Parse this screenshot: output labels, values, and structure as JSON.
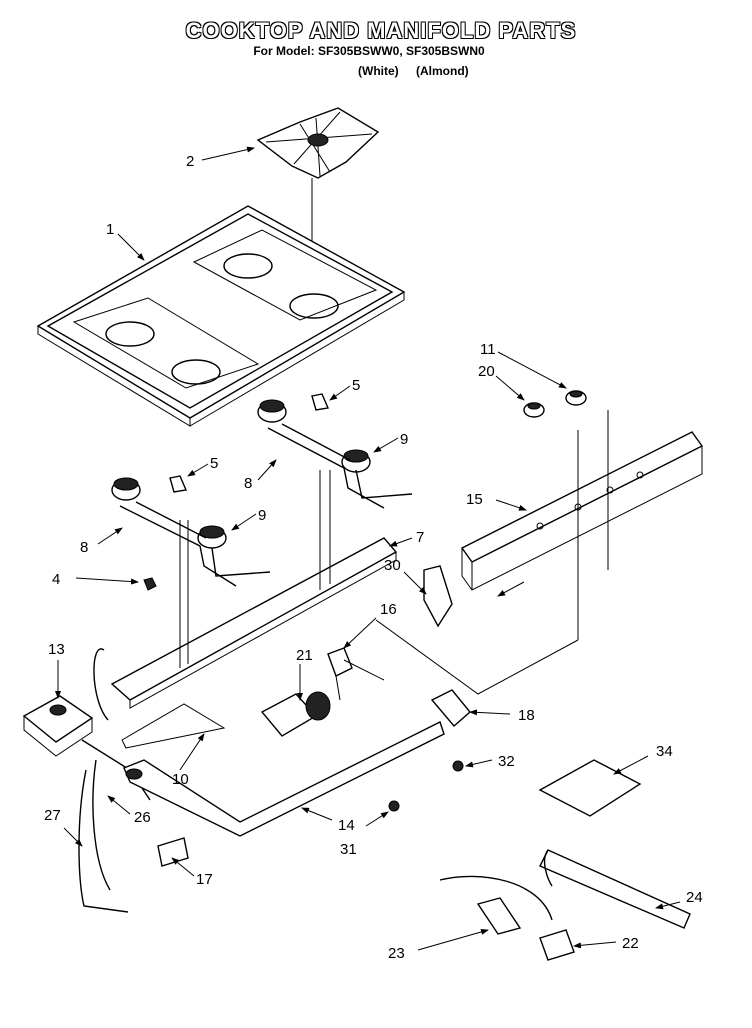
{
  "diagram": {
    "title": "COOKTOP AND MANIFOLD PARTS",
    "subtitle": "For Model: SF305BSWW0, SF305BSWN0",
    "variants": [
      "(White)",
      "(Almond)"
    ]
  },
  "callouts": [
    {
      "id": "c1",
      "label": "1"
    },
    {
      "id": "c2",
      "label": "2"
    },
    {
      "id": "c4",
      "label": "4"
    },
    {
      "id": "c5a",
      "label": "5"
    },
    {
      "id": "c5b",
      "label": "5"
    },
    {
      "id": "c7",
      "label": "7"
    },
    {
      "id": "c8a",
      "label": "8"
    },
    {
      "id": "c8b",
      "label": "8"
    },
    {
      "id": "c9a",
      "label": "9"
    },
    {
      "id": "c9b",
      "label": "9"
    },
    {
      "id": "c10",
      "label": "10"
    },
    {
      "id": "c11",
      "label": "11"
    },
    {
      "id": "c13",
      "label": "13"
    },
    {
      "id": "c14",
      "label": "14"
    },
    {
      "id": "c15",
      "label": "15"
    },
    {
      "id": "c16",
      "label": "16"
    },
    {
      "id": "c17",
      "label": "17"
    },
    {
      "id": "c18",
      "label": "18"
    },
    {
      "id": "c20",
      "label": "20"
    },
    {
      "id": "c21",
      "label": "21"
    },
    {
      "id": "c22",
      "label": "22"
    },
    {
      "id": "c23",
      "label": "23"
    },
    {
      "id": "c24",
      "label": "24"
    },
    {
      "id": "c26",
      "label": "26"
    },
    {
      "id": "c27",
      "label": "27"
    },
    {
      "id": "c30",
      "label": "30"
    },
    {
      "id": "c31",
      "label": "31"
    },
    {
      "id": "c32",
      "label": "32"
    },
    {
      "id": "c34",
      "label": "34"
    }
  ]
}
